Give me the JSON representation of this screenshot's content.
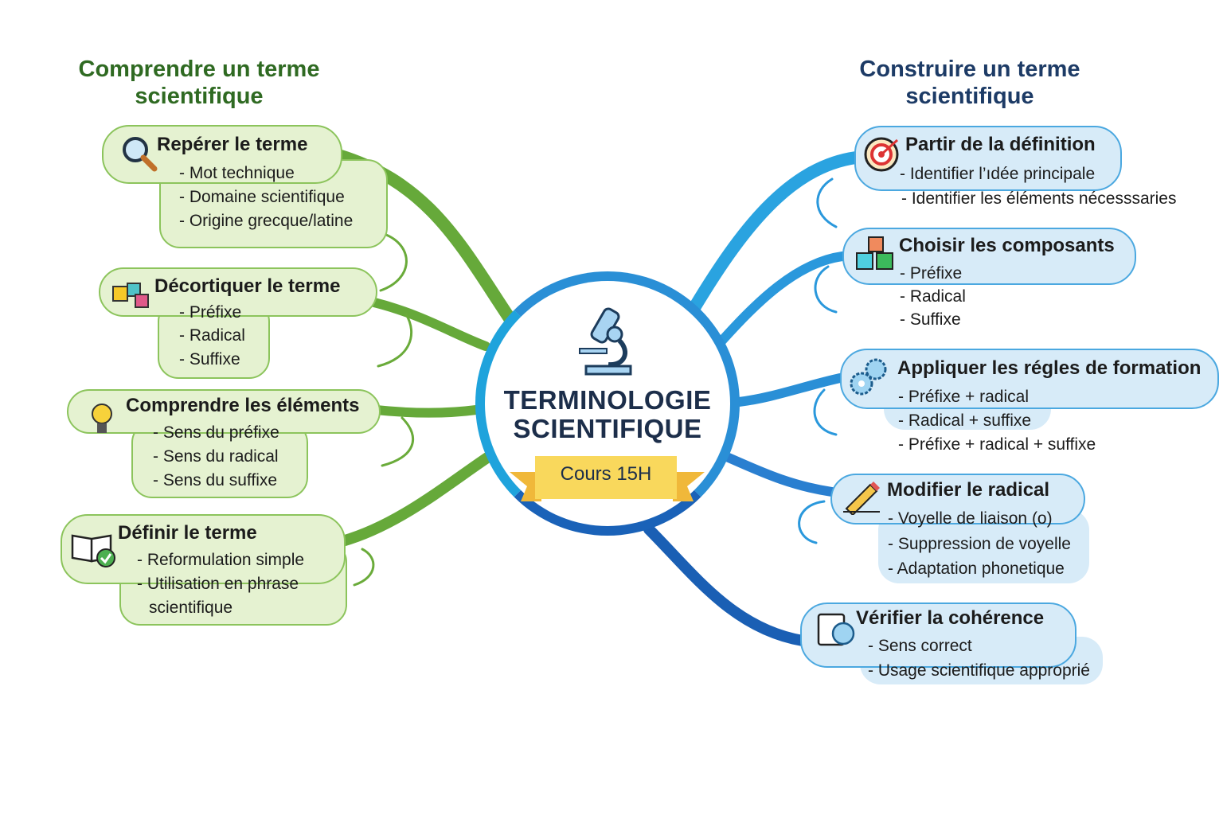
{
  "left_title": [
    "Comprendre un terme",
    "scientifique"
  ],
  "right_title": [
    "Construire un terme",
    "scientifique"
  ],
  "center": {
    "title_line1": "TERMINOLOGIE",
    "title_line2": "SCIENTIFIQUE",
    "badge": "Cours 15H",
    "icon": "microscope-icon"
  },
  "left_nodes": [
    {
      "title": "Repérer le terme",
      "icon": "magnifier-icon",
      "items": [
        "- Mot technique",
        "- Domaine scientifique",
        "- Origine grecque/latine"
      ]
    },
    {
      "title": "Décortiquer le terme",
      "icon": "puzzle-icon",
      "items": [
        "- Préfixe",
        "- Radical",
        "- Suffixe"
      ]
    },
    {
      "title": "Comprendre les éléments",
      "icon": "lightbulb-icon",
      "items": [
        "- Sens du préfixe",
        "- Sens du radical",
        "- Sens du suffixe"
      ]
    },
    {
      "title": "Définir le terme",
      "icon": "book-check-icon",
      "items": [
        "- Reformulation simple",
        "- Utilisation en phrase",
        "scientifique"
      ]
    }
  ],
  "right_nodes": [
    {
      "title": "Partir de la définition",
      "icon": "target-icon",
      "items": [
        "- Identifier l’ıdée principale",
        "- Identifier les éléments nécesssaries"
      ]
    },
    {
      "title": "Choisir les composants",
      "icon": "cubes-icon",
      "items": [
        "- Préfixe",
        "- Radical",
        "- Suffixe"
      ]
    },
    {
      "title": "Appliquer les régles de formation",
      "icon": "gears-icon",
      "items": [
        "- Préfixe + radical",
        "- Radical + suffixe",
        "- Préfixe + radical + suffixe"
      ]
    },
    {
      "title": "Modifier le radical",
      "icon": "pencil-icon",
      "items": [
        "- Voyelle de liaison (o)",
        "- Suppression de voyelle",
        "- Adaptation phonetique"
      ]
    },
    {
      "title": "Vérifier la cohérence",
      "icon": "document-check-icon",
      "items": [
        "- Sens correct",
        "- Usage scientifique approprié"
      ]
    }
  ],
  "colors": {
    "green": "#6aab3a",
    "blue": "#2a8fd6",
    "navy": "#1c2e4a",
    "ribbon": "#f9d85c"
  }
}
